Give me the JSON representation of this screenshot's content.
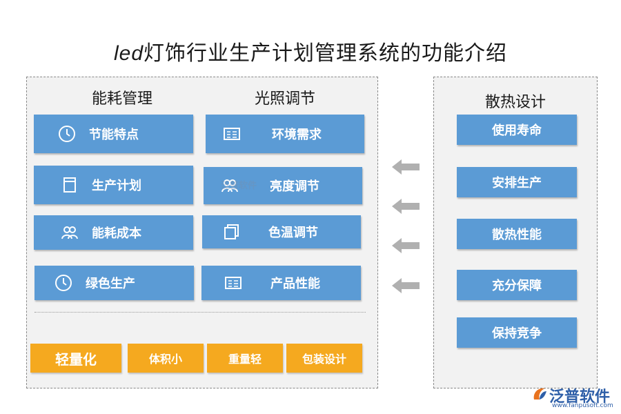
{
  "title": {
    "brand": "led",
    "rest": "灯饰行业生产计划管理系统的功能介绍"
  },
  "left_panel": {
    "energy": {
      "heading": "能耗管理",
      "items": [
        {
          "label": "节能特点",
          "icon": "clock-icon"
        },
        {
          "label": "生产计划",
          "icon": "document-icon"
        },
        {
          "label": "能耗成本",
          "icon": "users-icon"
        },
        {
          "label": "绿色生产",
          "icon": "clock-icon"
        }
      ]
    },
    "lighting": {
      "heading": "光照调节",
      "items": [
        {
          "label": "环境需求",
          "icon": "list-icon"
        },
        {
          "label": "亮度调节",
          "icon": "users-icon"
        },
        {
          "label": "色温调节",
          "icon": "pages-icon"
        },
        {
          "label": "产品性能",
          "icon": "list-icon"
        }
      ]
    },
    "bottom": [
      {
        "label": "轻量化"
      },
      {
        "label": "体积小"
      },
      {
        "label": "重量轻"
      },
      {
        "label": "包装设计"
      }
    ]
  },
  "right_panel": {
    "heading": "散热设计",
    "items": [
      {
        "label": "使用寿命"
      },
      {
        "label": "安排生产"
      },
      {
        "label": "散热性能"
      },
      {
        "label": "充分保障"
      },
      {
        "label": "保持竞争"
      }
    ]
  },
  "watermark": "泛普软件",
  "logo": {
    "text": "泛普软件",
    "url": "www.fanpusoft.com"
  },
  "colors": {
    "box_blue": "#5b9bd5",
    "box_orange": "#f5a91f",
    "arrow_gray": "#b0b0b0"
  }
}
